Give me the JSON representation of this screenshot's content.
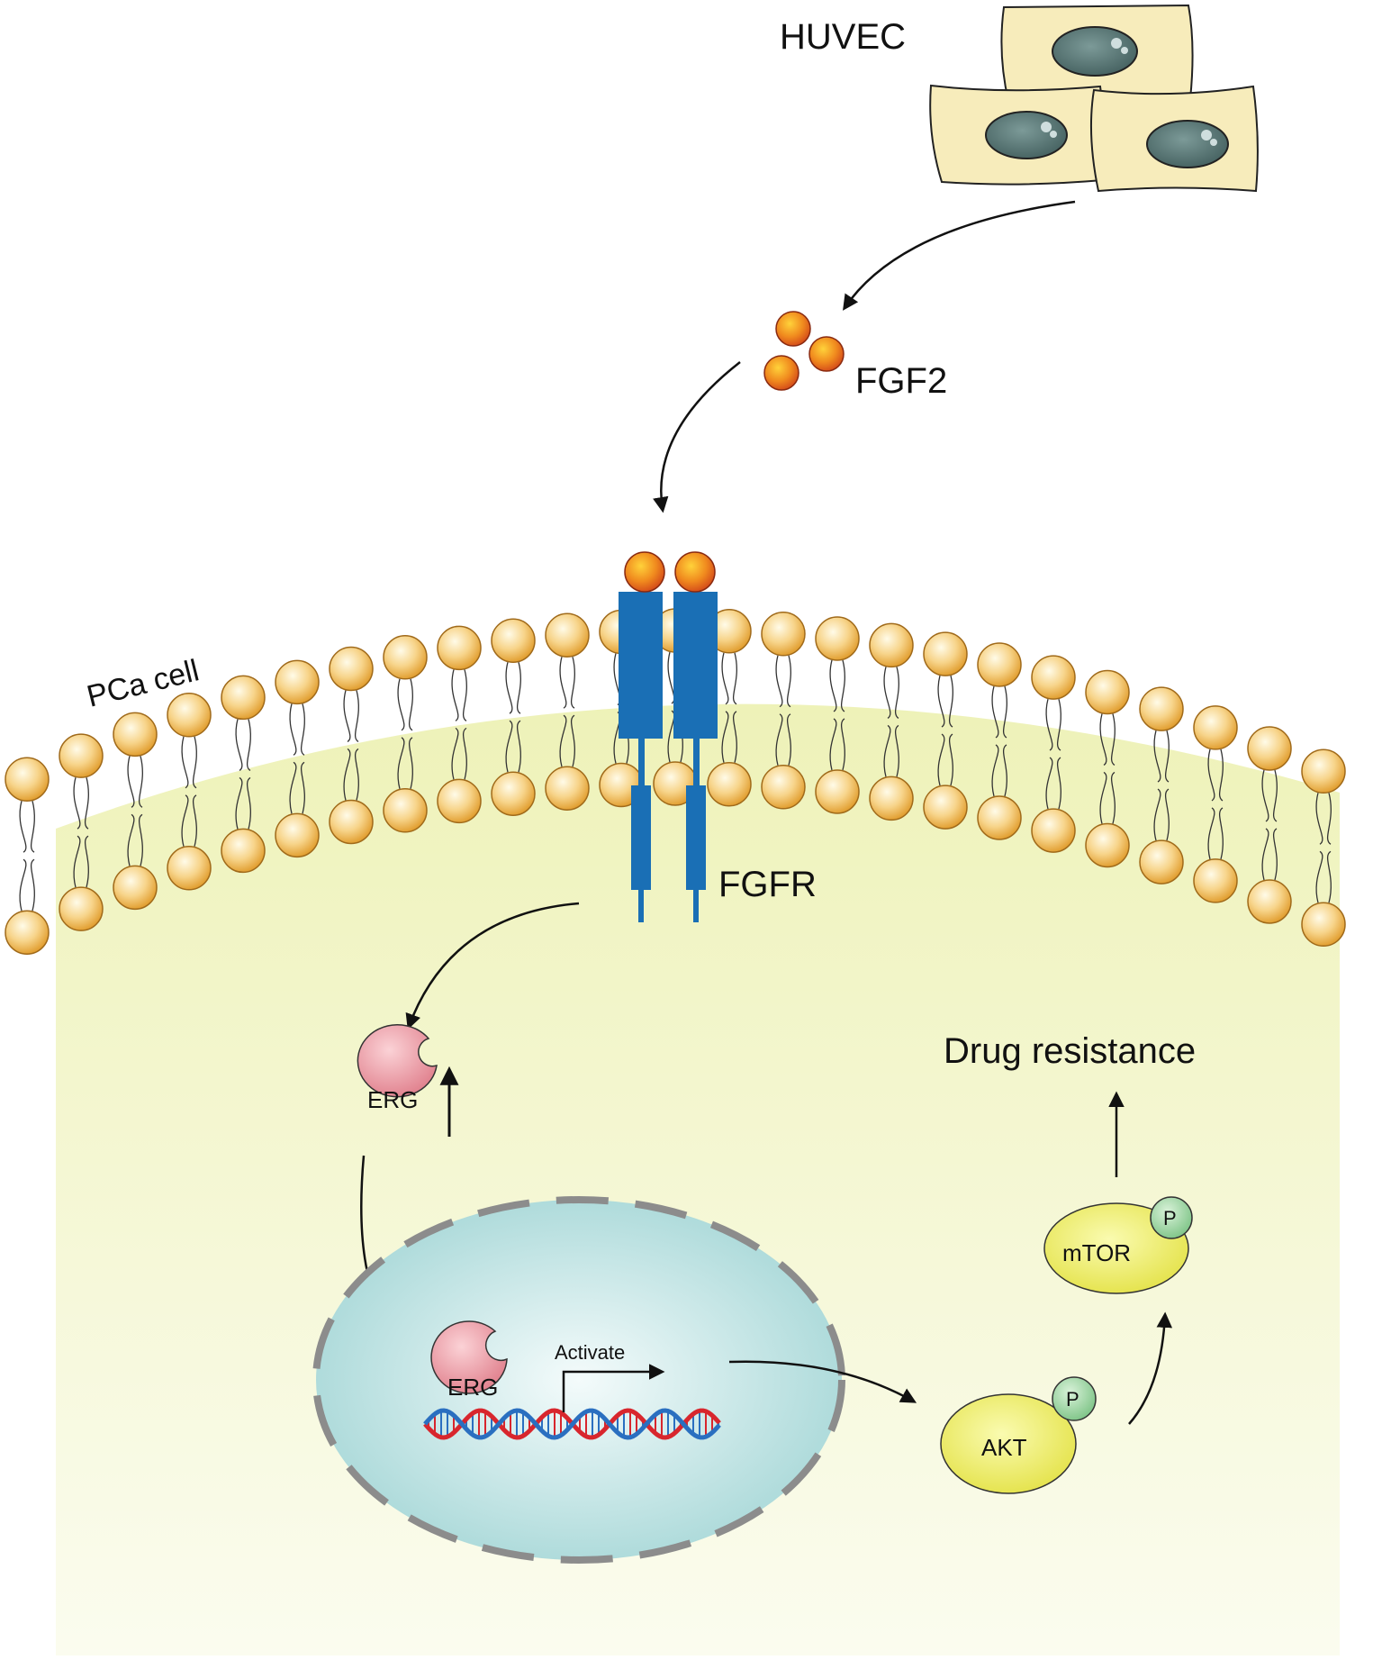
{
  "labels": {
    "huvec": "HUVEC",
    "fgf2": "FGF2",
    "pca_cell": "PCa cell",
    "fgfr": "FGFR",
    "erg_cytoplasm": "ERG",
    "erg_nucleus": "ERG",
    "activate": "Activate",
    "akt": "AKT",
    "akt_phospho": "P",
    "mtor": "mTOR",
    "mtor_phospho": "P",
    "drug_resistance": "Drug resistance"
  },
  "colors": {
    "cytoplasm": "#f2f4c8",
    "huvec_cell": "#f6e9b0",
    "huvec_nucleus": "#4f6e6c",
    "lipid_head": "#f0b44a",
    "fgf2": "#e8651e",
    "fgfr": "#1a6fb5",
    "erg": "#e58a96",
    "nucleus": "#bfe3e3",
    "nuclear_envelope": "#8c8c8c",
    "dna_strand_1": "#d8262d",
    "dna_strand_2": "#2a6fc0",
    "akt_mtor": "#eceb5c",
    "phospho": "#8fcf95",
    "arrow": "#111111"
  },
  "icons": [
    "huvec-cell-icon",
    "fgf2-ligand-icon",
    "fgfr-receptor-icon",
    "lipid-bilayer-icon",
    "erg-protein-icon",
    "dna-helix-icon",
    "nucleus-icon",
    "akt-protein-icon",
    "mtor-protein-icon",
    "phosphate-icon"
  ]
}
